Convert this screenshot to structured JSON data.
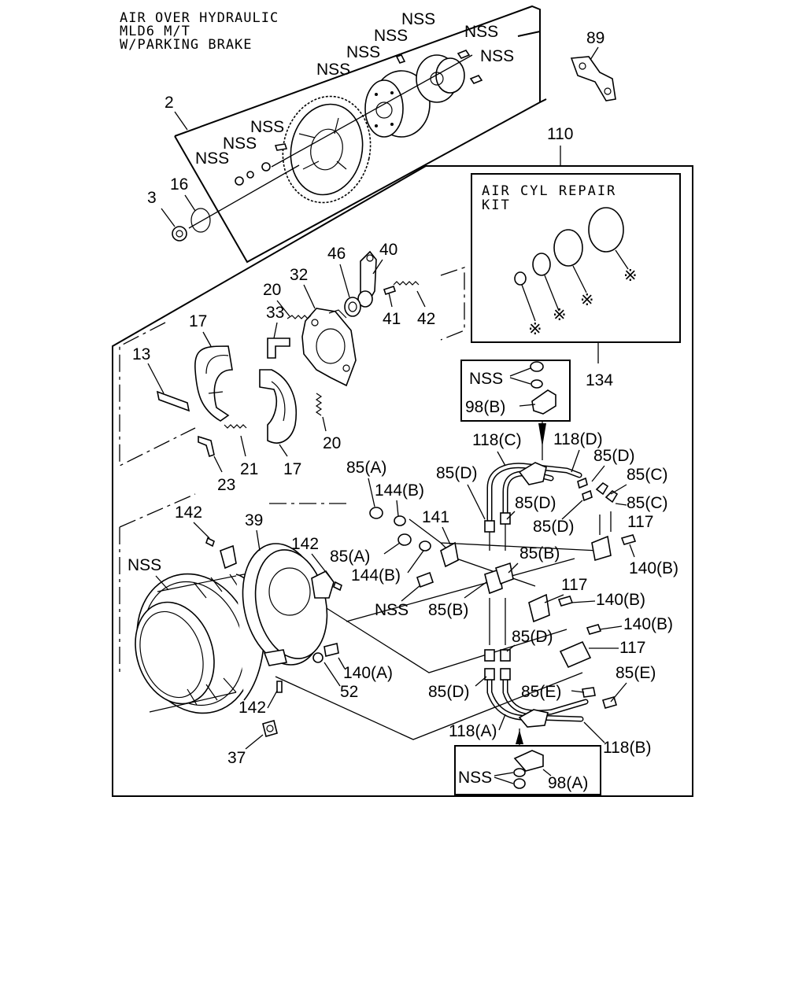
{
  "title_lines": [
    "AIR OVER HYDRAULIC",
    "MLD6 M/T",
    "W/PARKING BRAKE"
  ],
  "kit_title_lines": [
    "AIR CYL REPAIR",
    "KIT"
  ],
  "asterisk": "※",
  "callouts": {
    "c2": "2",
    "c3": "3",
    "c16": "16",
    "c89": "89",
    "c110": "110",
    "c13": "13",
    "c17a": "17",
    "c17b": "17",
    "c20a": "20",
    "c20b": "20",
    "c21": "21",
    "c23": "23",
    "c32": "32",
    "c33": "33",
    "c40": "40",
    "c41": "41",
    "c42": "42",
    "c46": "46",
    "c134": "134",
    "c39": "39",
    "c142a": "142",
    "c142b": "142",
    "c142c": "142",
    "c37": "37",
    "c52": "52",
    "c141": "141",
    "c140A": "140(A)",
    "c140Ba": "140(B)",
    "c140Bb": "140(B)",
    "c140Bc": "140(B)",
    "c117a": "117",
    "c117b": "117",
    "c117c": "117",
    "c118A": "118(A)",
    "c118B": "118(B)",
    "c118C": "118(C)",
    "c118D": "118(D)",
    "c98A": "98(A)",
    "c98B": "98(B)",
    "c144Ba": "144(B)",
    "c144Bb": "144(B)",
    "c85Aa": "85(A)",
    "c85Ab": "85(A)",
    "c85Ba": "85(B)",
    "c85Bb": "85(B)",
    "c85Ca": "85(C)",
    "c85Cb": "85(C)",
    "c85Da": "85(D)",
    "c85Db": "85(D)",
    "c85Dc": "85(D)",
    "c85Dd": "85(D)",
    "c85De": "85(D)",
    "c85Df": "85(D)",
    "c85Ea": "85(E)",
    "c85Eb": "85(E)",
    "nss1": "NSS",
    "nss2": "NSS",
    "nss3": "NSS",
    "nss4": "NSS",
    "nss5": "NSS",
    "nss6": "NSS",
    "nss7": "NSS",
    "nss8": "NSS",
    "nss9": "NSS",
    "nss10": "NSS",
    "nss11": "NSS",
    "nss12": "NSS",
    "nss13": "NSS"
  }
}
